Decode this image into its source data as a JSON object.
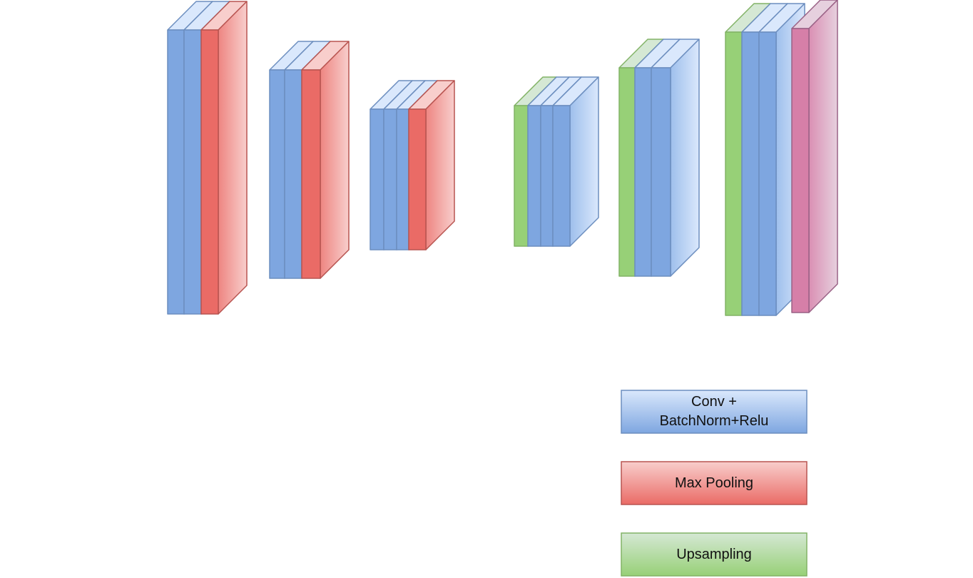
{
  "colors": {
    "conv_front": "#7ea6e0",
    "conv_light": "#dae8fc",
    "conv_stroke": "#6c8ebf",
    "pool_front": "#ea6b66",
    "pool_light": "#f8cecc",
    "pool_stroke": "#b85450",
    "up_front": "#97d077",
    "up_light": "#d5e8d4",
    "up_stroke": "#82b366",
    "out_front": "#d67fa8",
    "out_light": "#e6d0de",
    "out_stroke": "#996185"
  },
  "diagram": {
    "blocks": [
      {
        "name": "encoder-block-1",
        "layers": [
          "conv",
          "conv",
          "pool"
        ]
      },
      {
        "name": "encoder-block-2",
        "layers": [
          "conv",
          "conv",
          "pool"
        ]
      },
      {
        "name": "encoder-block-3",
        "layers": [
          "conv",
          "conv",
          "conv",
          "pool"
        ]
      },
      {
        "name": "decoder-block-1",
        "layers": [
          "up",
          "conv",
          "conv",
          "conv"
        ]
      },
      {
        "name": "decoder-block-2",
        "layers": [
          "up",
          "conv",
          "conv"
        ]
      },
      {
        "name": "decoder-block-3",
        "layers": [
          "up",
          "conv",
          "conv",
          "output"
        ]
      }
    ]
  },
  "legend": {
    "conv": {
      "line1": "Conv +",
      "line2": "BatchNorm+Relu"
    },
    "pool": {
      "label": "Max Pooling"
    },
    "up": {
      "label": "Upsampling"
    }
  }
}
